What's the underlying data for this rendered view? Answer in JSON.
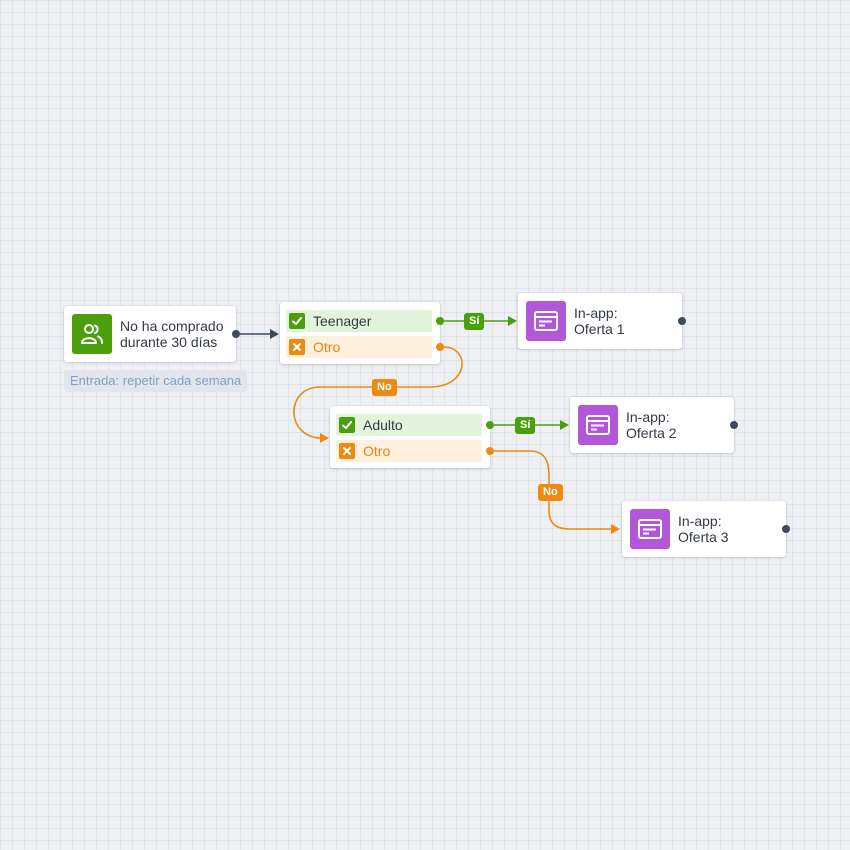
{
  "colors": {
    "yes": "#4c9f0c",
    "no": "#ee8a12",
    "action": "#b157d8",
    "connector": "#3f4a5c"
  },
  "trigger": {
    "icon": "users-icon",
    "line1": "No ha comprado",
    "line2": "durante 30 días",
    "entry_note": "Entrada: repetir cada semana"
  },
  "conditions": [
    {
      "yes_label": "Teenager",
      "no_label": "Otro",
      "yes_badge": "Sí",
      "no_badge": "No"
    },
    {
      "yes_label": "Adulto",
      "no_label": "Otro",
      "yes_badge": "Sí",
      "no_badge": "No"
    }
  ],
  "actions": [
    {
      "icon": "in-app-message-icon",
      "line1": "In-app:",
      "line2": "Oferta 1"
    },
    {
      "icon": "in-app-message-icon",
      "line1": "In-app:",
      "line2": "Oferta 2"
    },
    {
      "icon": "in-app-message-icon",
      "line1": "In-app:",
      "line2": "Oferta 3"
    }
  ]
}
